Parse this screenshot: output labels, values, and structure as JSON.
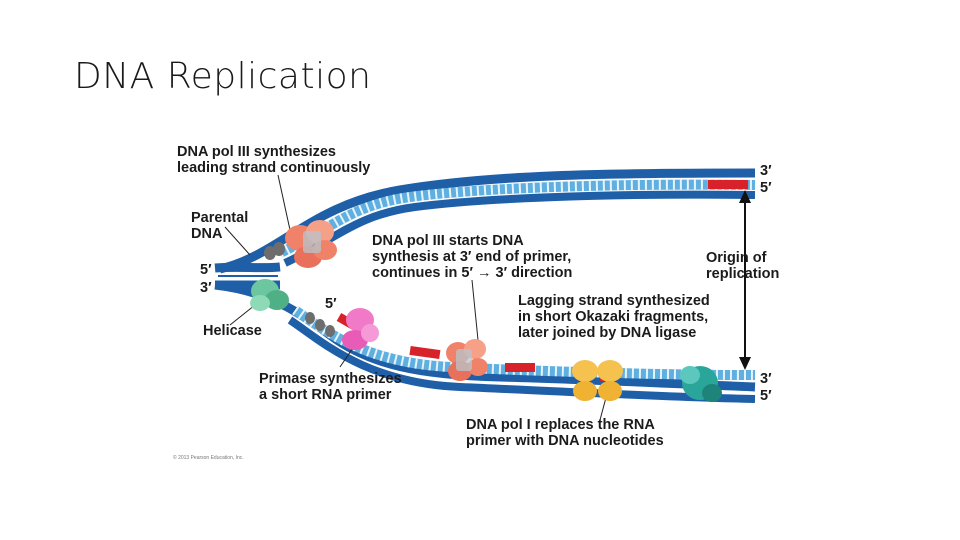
{
  "slide": {
    "title": "DNA Replication"
  },
  "figure": {
    "labels": {
      "pol3_leading": [
        "DNA pol III synthesizes",
        "leading strand continuously"
      ],
      "parental": [
        "Parental",
        "DNA"
      ],
      "end_5_left": "5′",
      "end_3_left": "3′",
      "helicase": "Helicase",
      "primer_5": "5′",
      "pol3_starts": [
        "DNA pol III starts DNA",
        "synthesis at 3′ end of primer,",
        "continues in 5′ → 3′ direction"
      ],
      "origin": [
        "Origin of",
        "replication"
      ],
      "end_3_top_right": "3′",
      "end_5_top_right": "5′",
      "lagging": [
        "Lagging strand synthesized",
        "in short Okazaki fragments,",
        "later joined by DNA ligase"
      ],
      "primase": [
        "Primase synthesizes",
        "a short RNA primer"
      ],
      "end_3_bottom_right": "3′",
      "end_5_bottom_right": "5′",
      "pol1": [
        "DNA pol I replaces the RNA",
        "primer with DNA nucleotides"
      ],
      "copyright": "© 2013 Pearson Education, Inc."
    },
    "colors": {
      "strand_dark": "#1f5fa8",
      "strand_light": "#5fb0e0",
      "primer_red": "#d8222a",
      "dna_pol3": "#f0826a",
      "helicase": "#6cc7a0",
      "primase": "#f07ac8",
      "dna_pol1": "#f5c24f",
      "ligase": "#2aa59a"
    }
  }
}
